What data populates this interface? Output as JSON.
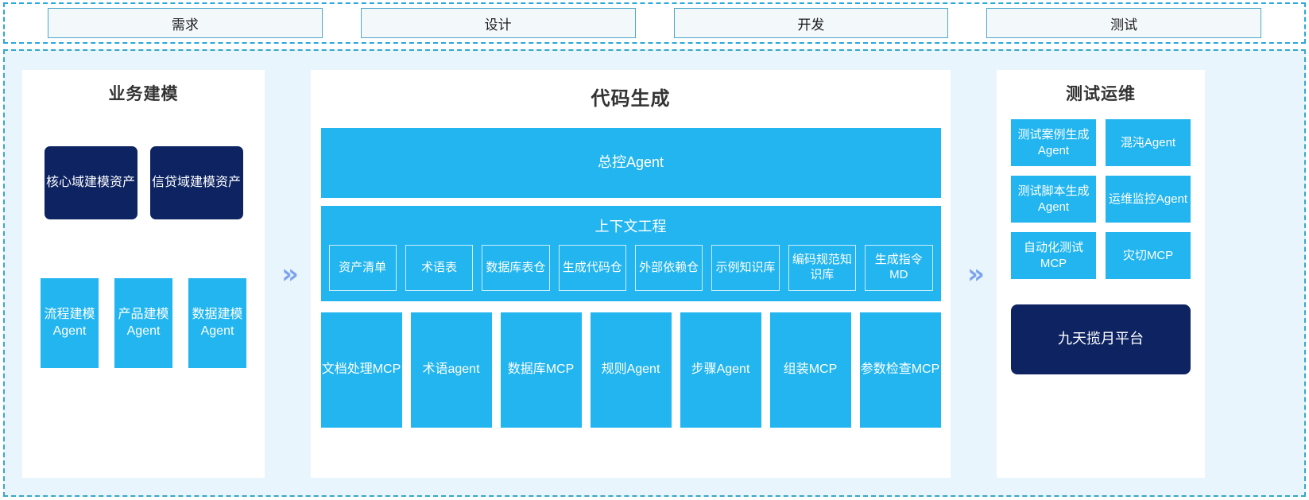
{
  "colors": {
    "accent_blue": "#22b5ef",
    "navy": "#0d2362",
    "region_bg": "#e9f5fd",
    "dashed_border": "#3aa6c9",
    "chevron": "#7ba4ee"
  },
  "stages": [
    {
      "label": "需求"
    },
    {
      "label": "设计"
    },
    {
      "label": "开发"
    },
    {
      "label": "测试"
    }
  ],
  "arrows": {
    "glyph": "»",
    "name_left": "chevron-right-icon",
    "name_right": "chevron-right-icon"
  },
  "panels": {
    "business_modeling": {
      "title": "业务建模",
      "assets": [
        {
          "label": "核心域建模资产"
        },
        {
          "label": "信贷域建模资产"
        }
      ],
      "agents": [
        {
          "label": "流程建模Agent"
        },
        {
          "label": "产品建模Agent"
        },
        {
          "label": "数据建模Agent"
        }
      ]
    },
    "code_generation": {
      "title": "代码生成",
      "controller": {
        "label": "总控Agent"
      },
      "context_engineering": {
        "title": "上下文工程",
        "items": [
          {
            "label": "资产清单"
          },
          {
            "label": "术语表"
          },
          {
            "label": "数据库表仓"
          },
          {
            "label": "生成代码仓"
          },
          {
            "label": "外部依赖仓"
          },
          {
            "label": "示例知识库"
          },
          {
            "label": "编码规范知识库"
          },
          {
            "label": "生成指令MD"
          }
        ]
      },
      "tools": [
        {
          "label": "文档处理MCP"
        },
        {
          "label": "术语agent"
        },
        {
          "label": "数据库MCP"
        },
        {
          "label": "规则Agent"
        },
        {
          "label": "步骤Agent"
        },
        {
          "label": "组装MCP"
        },
        {
          "label": "参数检查MCP"
        }
      ]
    },
    "test_ops": {
      "title": "测试运维",
      "items": [
        {
          "label": "测试案例生成Agent"
        },
        {
          "label": "混沌Agent"
        },
        {
          "label": "测试脚本生成Agent"
        },
        {
          "label": "运维监控Agent"
        },
        {
          "label": "自动化测试MCP"
        },
        {
          "label": "灾切MCP"
        }
      ],
      "platform": {
        "label": "九天揽月平台"
      }
    }
  }
}
